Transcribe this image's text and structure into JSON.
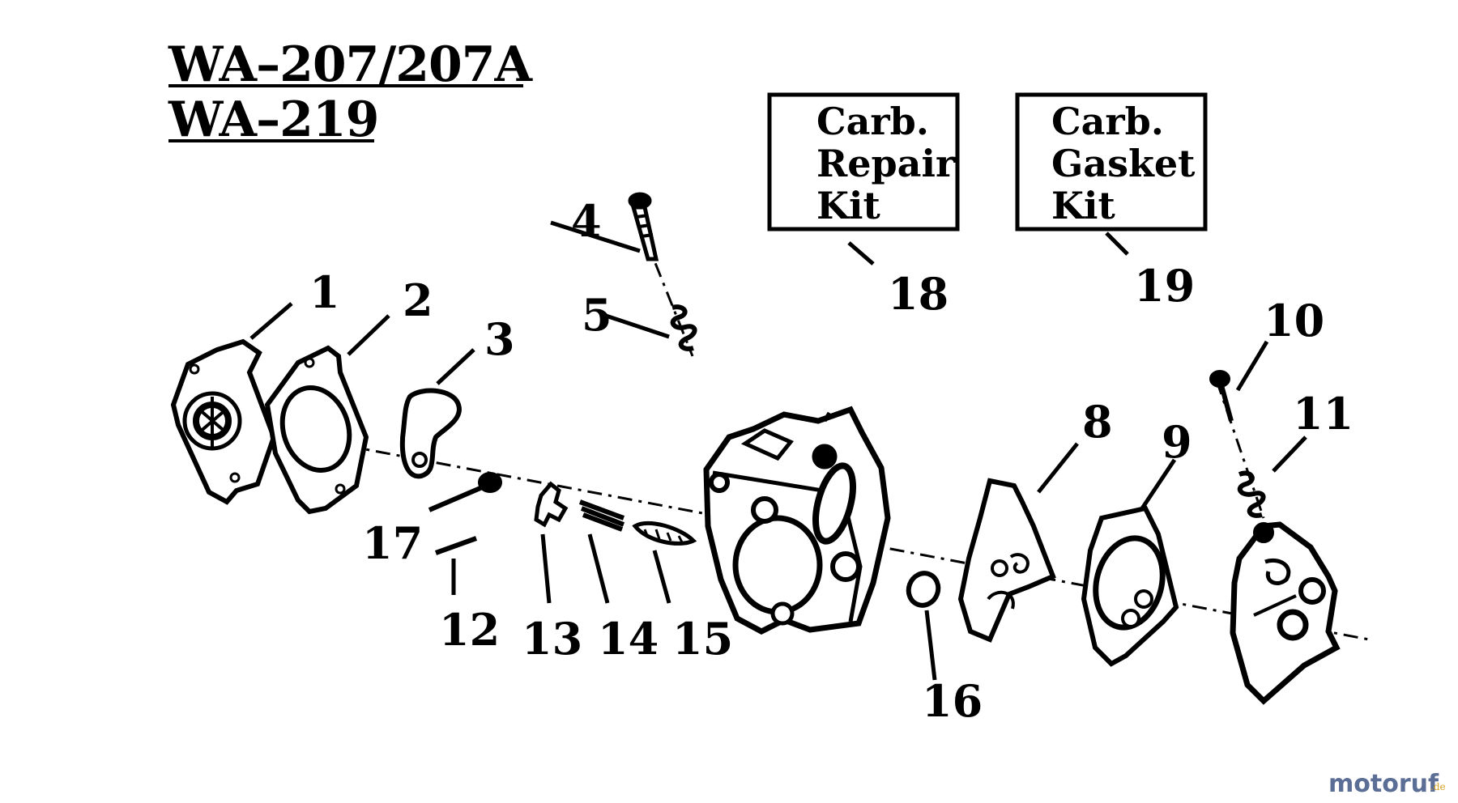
{
  "title_lines": [
    "WA–207/207A",
    "WA–219"
  ],
  "kits": [
    {
      "number": "18",
      "lines": [
        "Carb.",
        "Repair",
        "Kit"
      ]
    },
    {
      "number": "19",
      "lines": [
        "Carb.",
        "Gasket",
        "Kit"
      ]
    }
  ],
  "part_numbers": [
    "1",
    "2",
    "3",
    "4",
    "5",
    "8",
    "9",
    "10",
    "11",
    "12",
    "13",
    "14",
    "15",
    "16",
    "17"
  ],
  "watermark": {
    "part_a": "motoruf",
    "part_b": ".de",
    "color_a": "#5a6e96",
    "color_b": "#d4a020"
  }
}
